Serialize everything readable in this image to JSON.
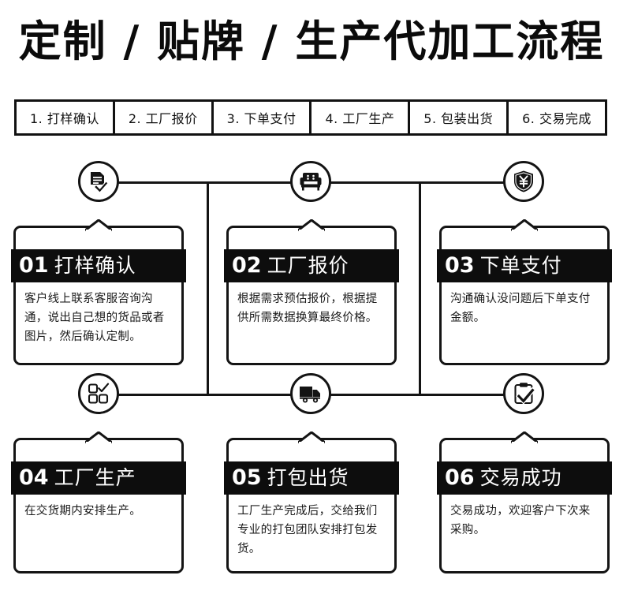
{
  "header": {
    "title": "定制 / 贴牌 / 生产代加工流程"
  },
  "stepbar": {
    "items": [
      "1. 打样确认",
      "2. 工厂报价",
      "3. 下单支付",
      "4. 工厂生产",
      "5. 包装出货",
      "6. 交易完成"
    ]
  },
  "flow": {
    "cards": [
      {
        "number": "01",
        "label": "打样确认",
        "body": "客户线上联系客服咨询沟通，说出自己想的货品或者图片，然后确认定制。",
        "icon": "document-check-icon"
      },
      {
        "number": "02",
        "label": "工厂报价",
        "body": "根据需求预估报价，根据提供所需数据换算最终价格。",
        "icon": "sofa-icon"
      },
      {
        "number": "03",
        "label": "下单支付",
        "body": "沟通确认没问题后下单支付金额。",
        "icon": "shield-yuan-icon"
      },
      {
        "number": "04",
        "label": "工厂生产",
        "body": "在交货期内安排生产。",
        "icon": "grid-check-icon"
      },
      {
        "number": "05",
        "label": "打包出货",
        "body": "工厂生产完成后，交给我们专业的打包团队安排打包发货。",
        "icon": "truck-icon"
      },
      {
        "number": "06",
        "label": "交易成功",
        "body": "交易成功，欢迎客户下次来采购。",
        "icon": "clipboard-check-icon"
      }
    ]
  },
  "colors": {
    "ink": "#111111",
    "paper": "#ffffff",
    "titlebar": "#0d0d0d"
  }
}
